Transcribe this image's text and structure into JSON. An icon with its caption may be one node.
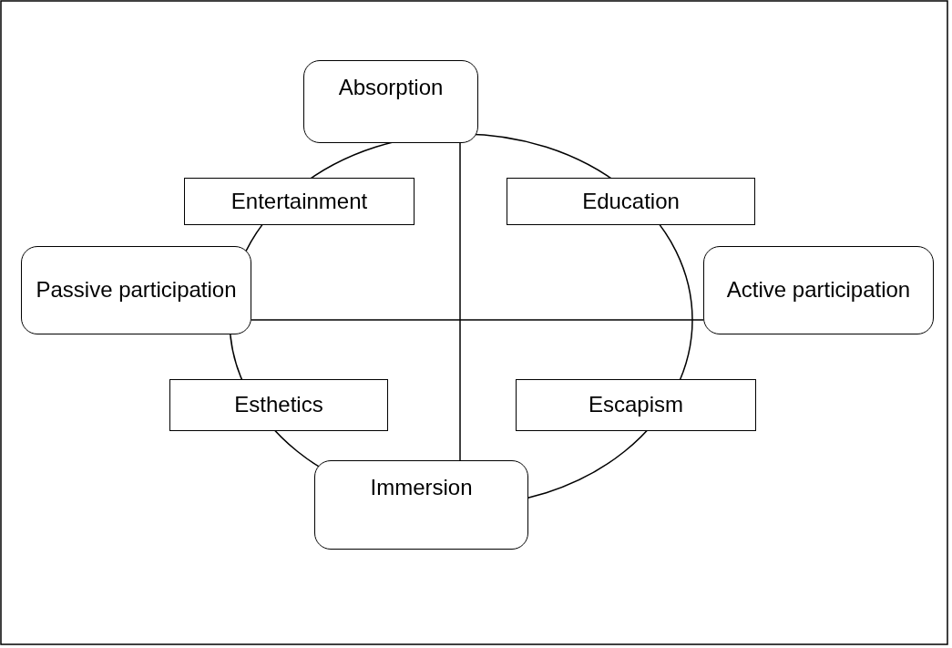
{
  "diagram": {
    "nodes": [
      {
        "text": [
          "Absorption"
        ]
      },
      {
        "text": [
          "Entertainment"
        ]
      },
      {
        "text": [
          "Education"
        ]
      },
      {
        "text": [
          "Passive participation"
        ]
      },
      {
        "text": [
          "Active participation"
        ]
      },
      {
        "text": [
          "Esthetics"
        ]
      },
      {
        "text": [
          "Escapism"
        ]
      },
      {
        "text": [
          "Immersion"
        ]
      }
    ],
    "edges": [
      {
        "from": 0,
        "to": 7,
        "arrow": "none"
      },
      {
        "from": 3,
        "to": 4,
        "arrow": "none"
      }
    ]
  }
}
